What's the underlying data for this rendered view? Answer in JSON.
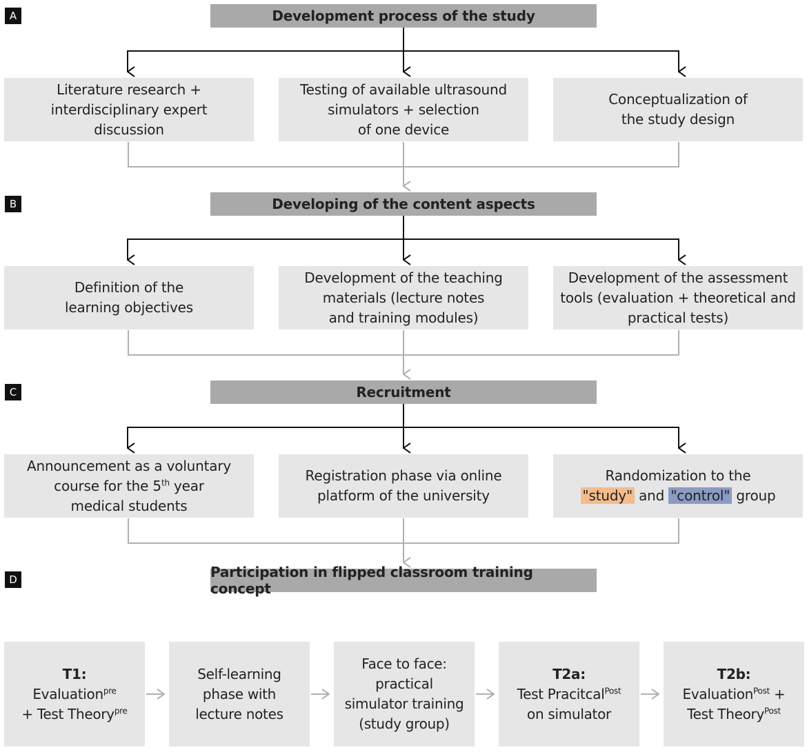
{
  "sections": [
    {
      "tag": "A",
      "header": "Development process of the study",
      "boxes": [
        {
          "lines": [
            "Literature research +",
            "interdisciplinary expert",
            "discussion"
          ]
        },
        {
          "lines": [
            "Testing of available ultrasound",
            "simulators + selection",
            "of one device"
          ]
        },
        {
          "lines": [
            "Conceptualization of",
            "the study design"
          ]
        }
      ]
    },
    {
      "tag": "B",
      "header": "Developing of the content aspects",
      "boxes": [
        {
          "lines": [
            "Definition of the",
            "learning objectives"
          ]
        },
        {
          "lines": [
            "Development of the teaching",
            "materials (lecture notes",
            "and training modules)"
          ]
        },
        {
          "lines": [
            "Development of the assessment",
            "tools (evaluation + theoretical and",
            "practical tests)"
          ]
        }
      ]
    },
    {
      "tag": "C",
      "header": "Recruitment",
      "boxes": [
        {
          "line1": "Announcement as a voluntary",
          "line2_pre": "course for the 5",
          "line2_sup": "th",
          "line2_post": " year",
          "line3": "medical students"
        },
        {
          "lines": [
            "Registration phase via online",
            "platform of the university"
          ]
        },
        {
          "line1": "Randomization to the",
          "study_label": "\"study\"",
          "and_text": " and ",
          "control_label": "\"control\"",
          "group_text": " group"
        }
      ]
    },
    {
      "tag": "D",
      "header": "Participation in flipped classroom training concept"
    }
  ],
  "steps": {
    "t1": {
      "title": "T1:",
      "l2": "Evaluation",
      "l2_sup": "pre",
      "l3": "+ Test Theory",
      "l3_sup": "pre"
    },
    "self": {
      "lines": [
        "Self-learning",
        "phase with",
        "lecture notes"
      ]
    },
    "face": {
      "lines": [
        "Face to face:",
        "practical",
        "simulator training",
        "(study group)"
      ]
    },
    "t2a": {
      "title": "T2a:",
      "l2": "Test Pracitcal",
      "l2_sup": "Post",
      "l3": "on simulator"
    },
    "t2b": {
      "title": "T2b:",
      "l2": "Evaluation",
      "l2_sup": "Post",
      "l2_post": " +",
      "l3": "Test Theory",
      "l3_sup": "Post"
    }
  },
  "colors": {
    "header": "#a9a9a9",
    "box": "#e6e6e6",
    "study": "#f4bc8c",
    "control": "#8b9bc4"
  }
}
